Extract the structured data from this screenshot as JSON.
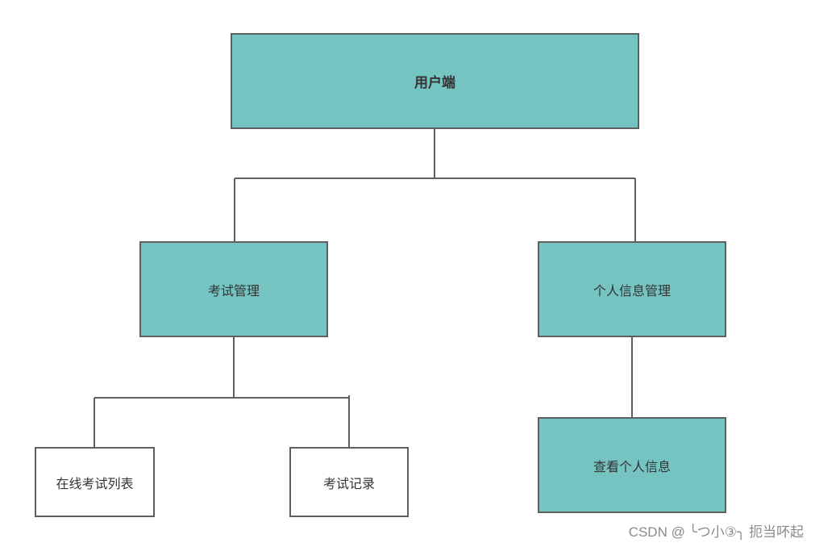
{
  "nodes": {
    "root": "用户端",
    "exam_management": "考试管理",
    "personal_info_management": "个人信息管理",
    "online_exam_list": "在线考试列表",
    "exam_records": "考试记录",
    "view_personal_info": "查看个人信息"
  },
  "watermark": "CSDN @ ╰つ小③╮ 扼当吥起",
  "colors": {
    "node_fill": "#76c4c2",
    "leaf_fill": "#ffffff",
    "border": "#5f5f5f",
    "connector": "#5f5f5f"
  }
}
